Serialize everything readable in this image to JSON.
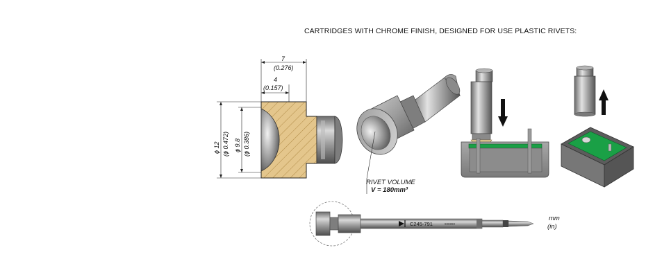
{
  "heading": "CARTRIDGES WITH CHROME FINISH, DESIGNED FOR USE PLASTIC RIVETS:",
  "dimensions": {
    "width_outer_mm": "7",
    "width_outer_in": "(0.276)",
    "width_inner_mm": "4",
    "width_inner_in": "(0.157)",
    "dia_outer_mm": "ϕ 12",
    "dia_outer_in": "(ϕ 0.472)",
    "dia_inner_mm": "ϕ 9.8",
    "dia_inner_in": "(ϕ 0.386)"
  },
  "rivet": {
    "label": "RIVET VOLUME",
    "value": "V = 180mm³"
  },
  "cartridge": {
    "part_number": "C245-791",
    "serial": "xxxxxx"
  },
  "units": {
    "metric": "mm",
    "imperial": "(in)"
  },
  "colors": {
    "section_fill": "#e2c48a",
    "metal": "#8f8f8f",
    "pcb": "#1aa046"
  }
}
